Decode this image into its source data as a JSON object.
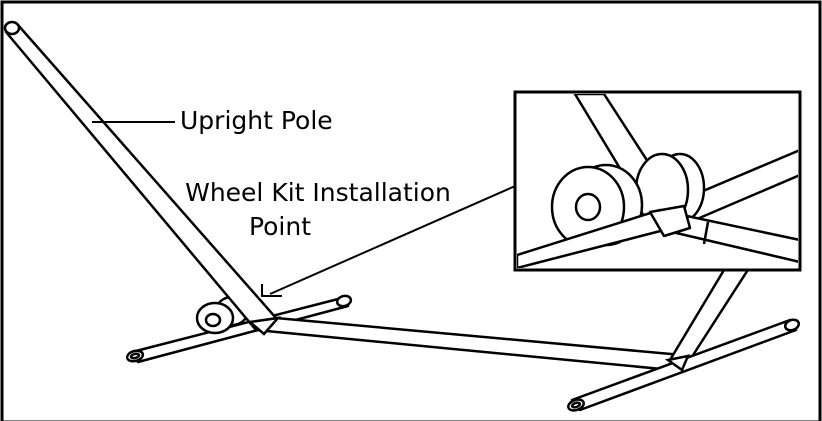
{
  "labels": {
    "upright_pole": "Upright Pole",
    "wheel_kit_line1": "Wheel Kit Installation",
    "wheel_kit_line2": "Point"
  },
  "colors": {
    "stroke": "#000000",
    "background": "#ffffff"
  }
}
